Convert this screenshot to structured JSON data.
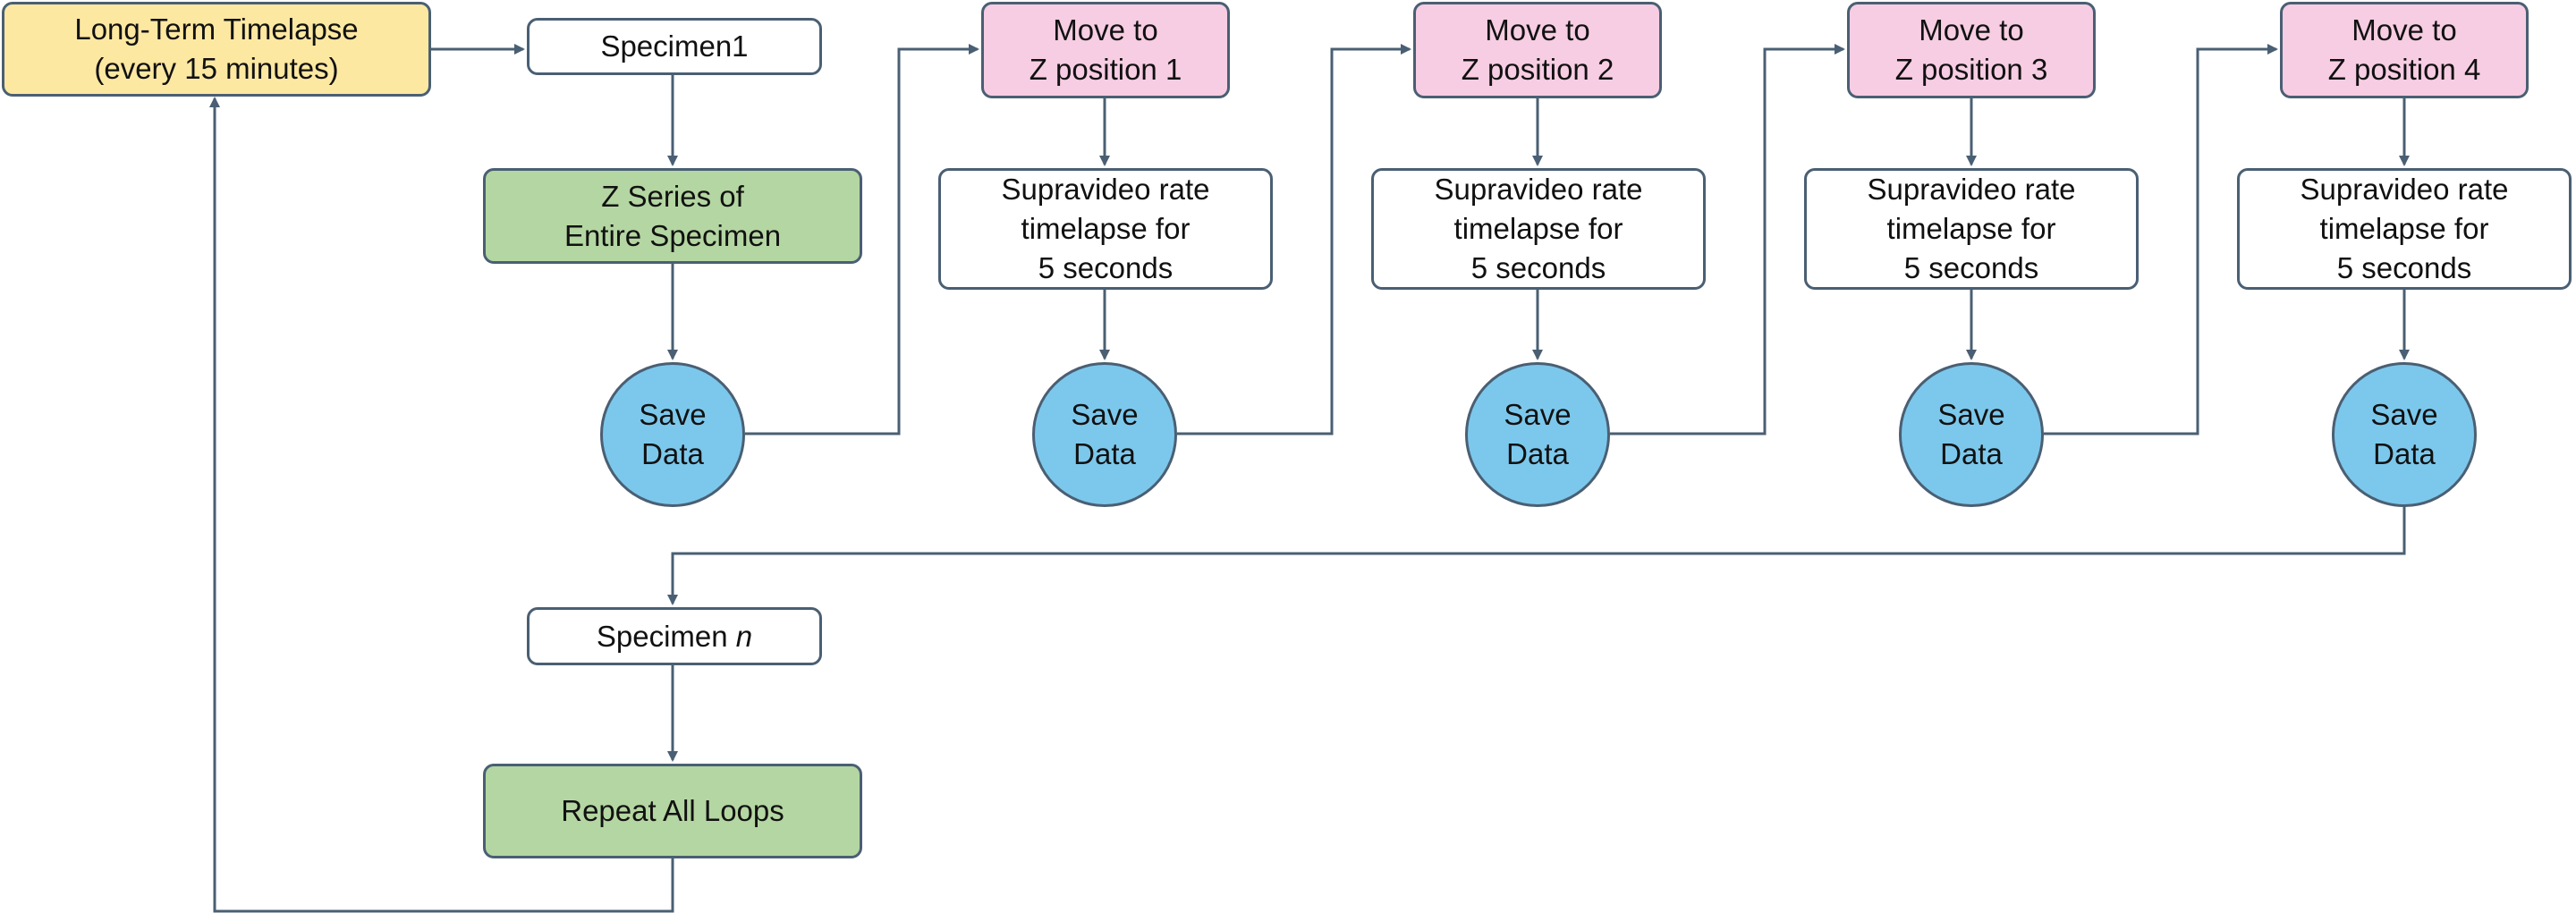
{
  "nodes": {
    "long_term": "Long-Term Timelapse\n(every 15 minutes)",
    "specimen1": "Specimen1",
    "z_series": "Z Series of\nEntire Specimen",
    "save_data": "Save\nData",
    "move_z1": "Move to\nZ position 1",
    "move_z2": "Move to\nZ position 2",
    "move_z3": "Move to\nZ position 3",
    "move_z4": "Move to\nZ position 4",
    "supravideo": "Supravideo rate\ntimelapse for\n5 seconds",
    "specimen_n_prefix": "Specimen ",
    "specimen_n_var": "n",
    "repeat": "Repeat All Loops"
  },
  "colors": {
    "line": "#4a5f73",
    "yellow": "#fde8a2",
    "green": "#b4d6a2",
    "pink": "#f7cde3",
    "blue": "#7cc8ec",
    "white": "#ffffff"
  }
}
